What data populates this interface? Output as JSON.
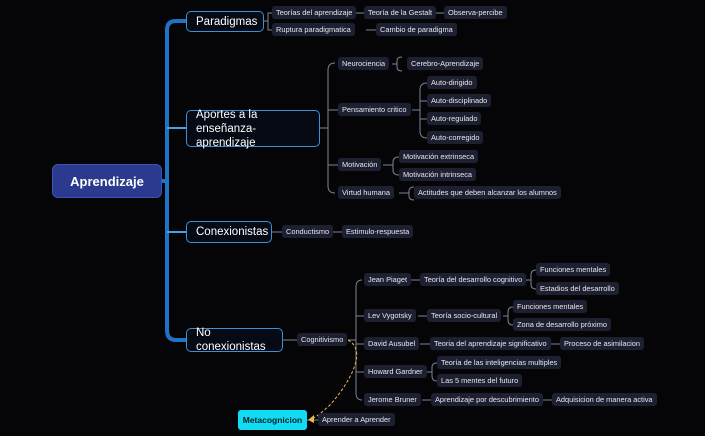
{
  "root": "Aprendizaje",
  "paradigmas": {
    "label": "Paradigmas",
    "teorias": "Teorías del aprendizaje",
    "gestalt": "Teoría de la Gestalt",
    "observa": "Observa-percibe",
    "ruptura": "Ruptura paradigmatica",
    "cambio": "Cambio de paradigma"
  },
  "aportes": {
    "label": "Aportes a la enseñanza-aprendizaje",
    "neurociencia": "Neurociencia",
    "cerebro": "Cerebro-Aprendizaje",
    "pensamiento": "Pensamiento critico",
    "auto_dirigido": "Auto-dirigido",
    "auto_disciplinado": "Auto-disciplinado",
    "auto_regulado": "Auto-regulado",
    "auto_corregido": "Auto-corregido",
    "motivacion": "Motivación",
    "extrinseca": "Motivación extrinseca",
    "intrinseca": "Motivación intrinseca",
    "virtud": "Virtud humana",
    "actitudes": "Actitudes que deben alcanzar los alumnos"
  },
  "conexionistas": {
    "label": "Conexionistas",
    "conductismo": "Conductismo",
    "estimulo": "Estimulo-respuesta"
  },
  "no_conexionistas": {
    "label": "No conexionistas",
    "cognitivismo": "Cognitivismo",
    "piaget": "Jean Piaget",
    "piaget_teoria": "Teoría del desarrollo cognitivo",
    "funciones1": "Funciones mentales",
    "estadios": "Estadios del desarrollo",
    "vygotsky": "Lev Vygotsky",
    "vygotsky_teoria": "Teoría socio-cultural",
    "funciones2": "Funciones mentales",
    "zona": "Zona de desarrollo próximo",
    "ausubel": "David Ausubel",
    "ausubel_teoria": "Teoria del aprendizaje significativo",
    "asimilacion": "Proceso de asimilacion",
    "gardner": "Howard Gardner",
    "inteligencias": "Teoría de las inteligencias multiples",
    "mentes": "Las 5 mentes del futuro",
    "bruner": "Jerome Bruner",
    "descubrimiento": "Aprendizaje por descubrimiento",
    "adquisicion": "Adquisicion de manera activa"
  },
  "metacognicion": {
    "label": "Metacognicion",
    "aprender": "Aprender a Aprender"
  },
  "colors": {
    "background": "#050507",
    "trunk": "#1f72c4",
    "branch": "#48a0e6",
    "connector": "#7a8290",
    "root_fill": "#2b3a8e",
    "meta_fill": "#11dcf2",
    "relation": "#e8b84a"
  }
}
